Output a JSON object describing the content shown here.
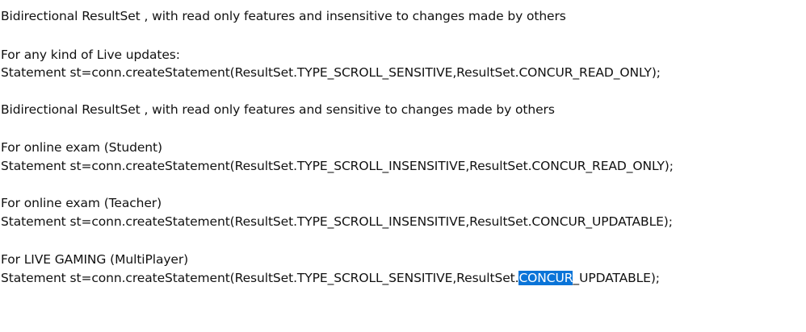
{
  "lines": {
    "heading_insensitive": "Bidirectional ResultSet , with read only features and insensitive to changes made by others",
    "live_updates_label": "For any kind of Live updates:",
    "live_updates_code": "Statement st=conn.createStatement(ResultSet.TYPE_SCROLL_SENSITIVE,ResultSet.CONCUR_READ_ONLY);",
    "heading_sensitive": "Bidirectional ResultSet , with read only features and sensitive to changes made by others",
    "exam_student_label": "For online exam (Student)",
    "exam_student_code": "Statement st=conn.createStatement(ResultSet.TYPE_SCROLL_INSENSITIVE,ResultSet.CONCUR_READ_ONLY);",
    "exam_teacher_label": "For online exam (Teacher)",
    "exam_teacher_code": "Statement st=conn.createStatement(ResultSet.TYPE_SCROLL_INSENSITIVE,ResultSet.CONCUR_UPDATABLE);",
    "gaming_label": "For LIVE GAMING (MultiPlayer)",
    "gaming_code_before": "Statement st=conn.createStatement(ResultSet.TYPE_SCROLL_SENSITIVE,ResultSet.",
    "gaming_code_selected": "CONCUR",
    "gaming_code_after": "_UPDATABLE);"
  },
  "colors": {
    "text": "#111111",
    "selection_background": "#0a74d8",
    "selection_text": "#ffffff",
    "page_background": "#ffffff"
  }
}
